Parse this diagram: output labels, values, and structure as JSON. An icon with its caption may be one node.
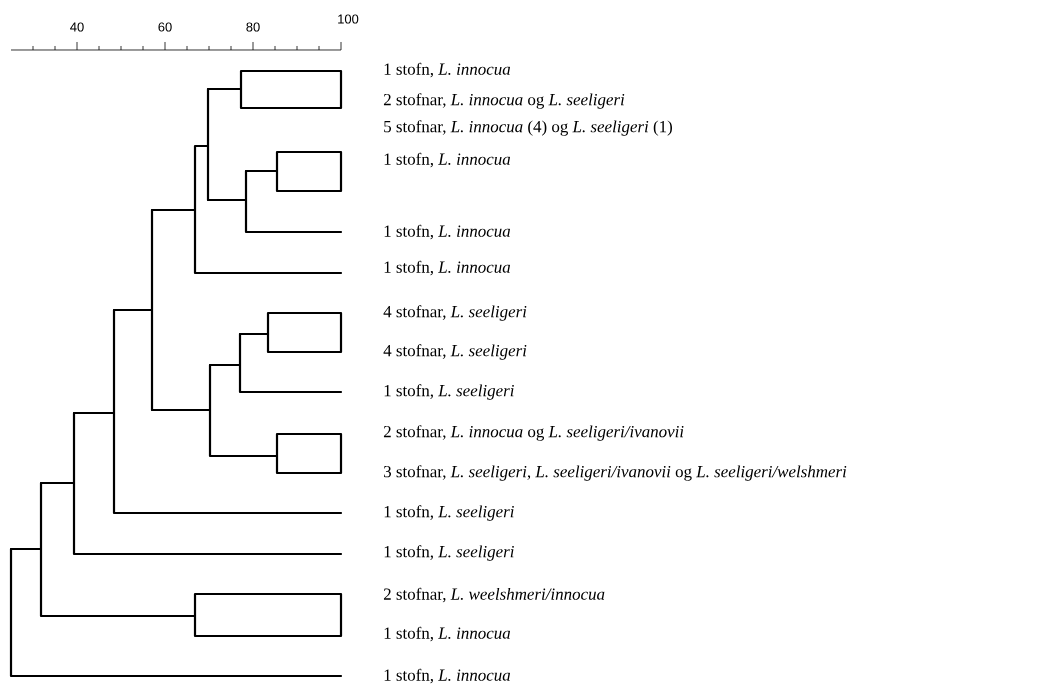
{
  "diagram": {
    "labels": [
      "40",
      "60",
      "80",
      "100",
      "1 stofn, *L. innocua*",
      "2 stofnar, *L. innocua* og *L. seeligeri*",
      "5 stofnar, *L. innocua* (4) og  *L. seeligeri* (1)",
      "1 stofn, *L. innocua*",
      "1 stofn, *L. innocua*",
      "1 stofn, *L. innocua*",
      "4 stofnar, *L. seeligeri*",
      "4 stofnar, *L. seeligeri*",
      "1 stofn, *L. seeligeri*",
      "2 stofnar, *L. innocua* og *L. seeligeri/ivanovii*",
      "3 stofnar, *L. seeligeri*, *L. seeligeri/ivanovii* og *L. seeligeri/welshmeri*",
      "1 stofn, *L. seeligeri*",
      "1 stofn, *L. seeligeri*",
      "2 stofnar, *L. weelshmeri/innocua*",
      "1 stofn, *L. innocua*",
      "1 stofn, *L. innocua*"
    ]
  }
}
